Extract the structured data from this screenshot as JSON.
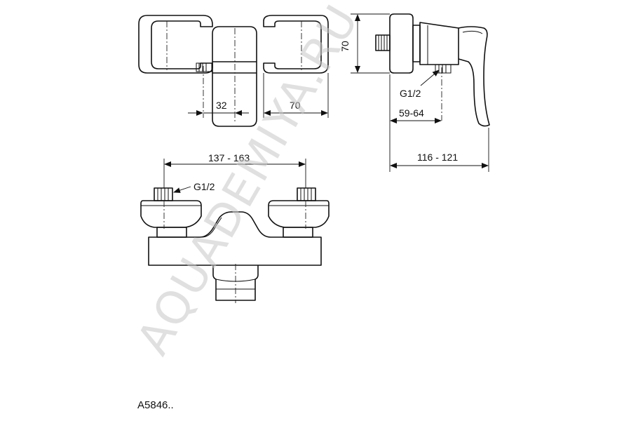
{
  "dimensions": {
    "top_32": "32",
    "top_70": "70",
    "side_70": "70",
    "side_thread": "G1/2",
    "side_59_64": "59-64",
    "side_116_121": "116 - 121",
    "front_137_163": "137 - 163",
    "front_thread": "G1/2"
  },
  "model_code": "A5846..",
  "watermark": "AQUADEMIYA.RU"
}
